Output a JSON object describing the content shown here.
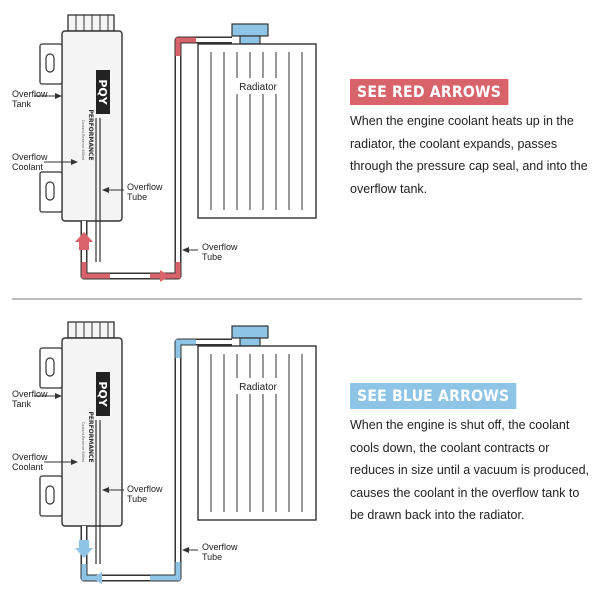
{
  "top": {
    "heading": "SEE RED ARROWS",
    "description": "When the engine coolant heats up in the radiator, the coolant expands, passes through the pressure cap seal, and into the overflow tank.",
    "arrow_color": "#d9636b",
    "labels": {
      "overflow_tank_1": "Overflow",
      "overflow_tank_2": "Tank",
      "overflow_coolant_1": "Overflow",
      "overflow_coolant_2": "Coolant",
      "overflow_tube_inner_1": "Overflow",
      "overflow_tube_inner_2": "Tube",
      "overflow_tube_outer_1": "Overflow",
      "overflow_tube_outer_2": "Tube",
      "radiator": "Radiator"
    }
  },
  "bottom": {
    "heading": "SEE BLUE ARROWS",
    "description": "When the engine is shut off, the coolant cools down, the coolant contracts or reduces in size until a vacuum is produced, causes the coolant in the overflow tank to be drawn back into the radiator.",
    "arrow_color": "#8ec5e6",
    "labels": {
      "overflow_tank_1": "Overflow",
      "overflow_tank_2": "Tank",
      "overflow_coolant_1": "Overflow",
      "overflow_coolant_2": "Coolant",
      "overflow_tube_inner_1": "Overflow",
      "overflow_tube_inner_2": "Tube",
      "overflow_tube_outer_1": "Overflow",
      "overflow_tube_outer_2": "Tube",
      "radiator": "Radiator"
    }
  },
  "tank_brand": "PQY",
  "tank_brand_sub": "PERFORMANCE",
  "tank_fine_print": "Coolant Reserve 800ml",
  "colors": {
    "outline": "#333333",
    "tank_fill": "#f4f4f4",
    "cap_blue": "#8ec5e6",
    "divider": "#bdbdbd"
  }
}
